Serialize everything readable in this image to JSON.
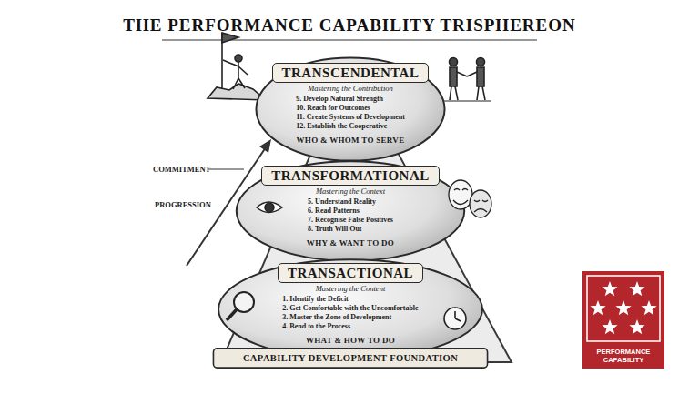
{
  "diagram": {
    "title": "THE PERFORMANCE CAPABILITY TRISPHEREON",
    "nodes": [
      {
        "text": [
          "TRANSCENDENTAL",
          "Mastering the Contribution",
          "9. Develop Natural Strength",
          "10. Reach for Outcomes",
          "11. Create Systems of Development",
          "12. Establish the Cooperative",
          "WHO & WHOM TO SERVE"
        ]
      },
      {
        "text": [
          "TRANSFORMATIONAL",
          "Mastering the Context",
          "5. Understand Reality",
          "6. Read Patterns",
          "7. Recognise False Positives",
          "8. Truth Will Out",
          "WHY & WANT TO DO"
        ]
      },
      {
        "text": [
          "TRANSACTIONAL",
          "Mastering the Content",
          "1. Identify the Deficit",
          "2. Get Comfortable with the Uncomfortable",
          "3. Master the Zone of Development",
          "4. Bend to the Process",
          "WHAT & HOW TO DO"
        ]
      },
      {
        "text": [
          "CAPABILITY DEVELOPMENT FOUNDATION"
        ]
      },
      {
        "text": [
          "PERFORMANCE CAPABILITY"
        ]
      }
    ],
    "labels": [
      "COMMITMENT",
      "PROGRESSION"
    ]
  }
}
